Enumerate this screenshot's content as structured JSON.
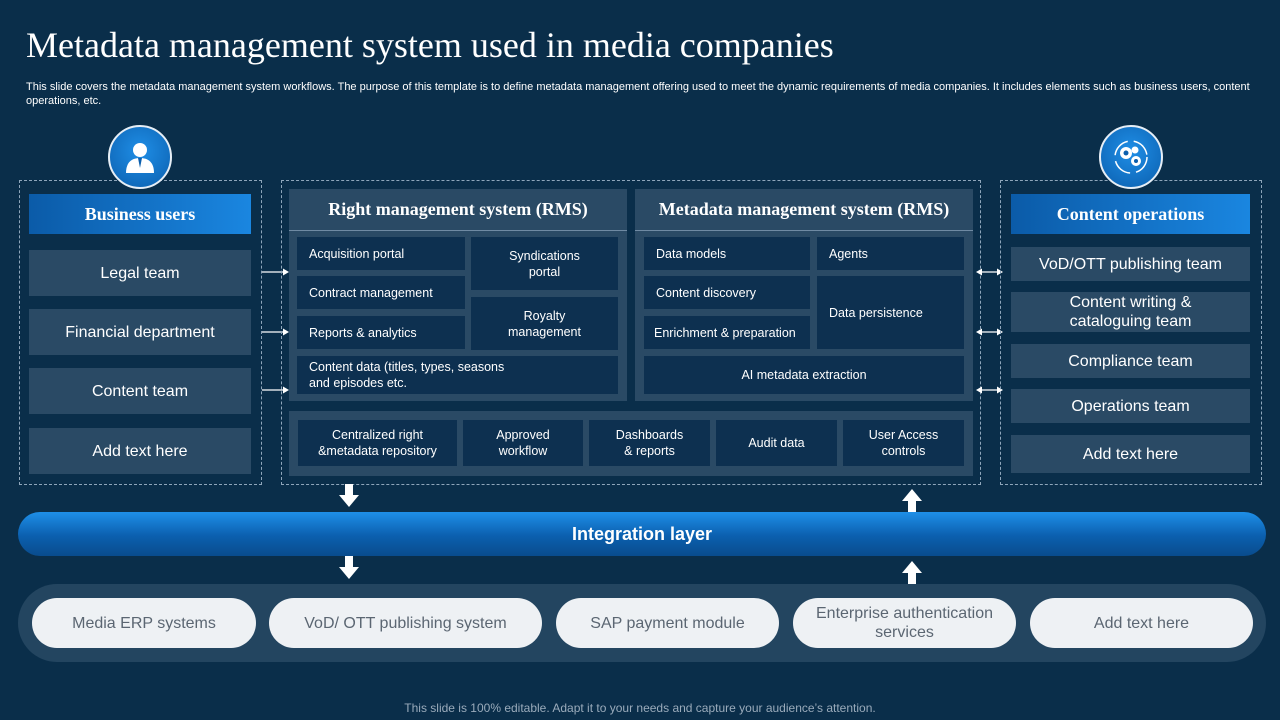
{
  "title": "Metadata management system used in media companies",
  "description": "This slide covers the metadata management system workflows. The purpose of this template is to define metadata management offering used to meet the dynamic requirements of media companies. It includes elements such as business users, content operations, etc.",
  "icons": {
    "left": "business-user-icon",
    "right": "gears-icon"
  },
  "business_users": {
    "header": "Business users",
    "items": [
      "Legal team",
      "Financial department",
      "Content team",
      "Add text here"
    ]
  },
  "rms": {
    "title": "Right management system (RMS)",
    "acquisition": "Acquisition portal",
    "syndications": "Syndications portal",
    "contract": "Contract management",
    "royalty": "Royalty management",
    "reports": "Reports & analytics",
    "content_data": "Content data (titles, types, seasons and episodes etc."
  },
  "mms": {
    "title": "Metadata management system (RMS)",
    "data_models": "Data models",
    "agents": "Agents",
    "content_discovery": "Content discovery",
    "data_persistence": "Data persistence",
    "enrichment": "Enrichment & preparation",
    "ai_extraction": "AI metadata extraction"
  },
  "bottom_cells": [
    "Centralized right &metadata repository",
    "Approved workflow",
    "Dashboards & reports",
    "Audit data",
    "User Access controls"
  ],
  "content_operations": {
    "header": "Content operations",
    "items": [
      "VoD/OTT publishing team",
      "Content writing & cataloguing team",
      "Compliance team",
      "Operations team",
      "Add text here"
    ]
  },
  "integration_layer": "Integration layer",
  "systems": [
    "Media ERP systems",
    "VoD/ OTT publishing system",
    "SAP payment module",
    "Enterprise authentication  services",
    "Add text here"
  ],
  "footer": "This slide is 100% editable. Adapt it to your needs and capture your audience’s attention.",
  "colors": {
    "background": "#0a2e4a",
    "panel": "#2a4a65",
    "cell": "#0d3050",
    "accent": "#1a86e0",
    "pill": "#eef1f4"
  }
}
